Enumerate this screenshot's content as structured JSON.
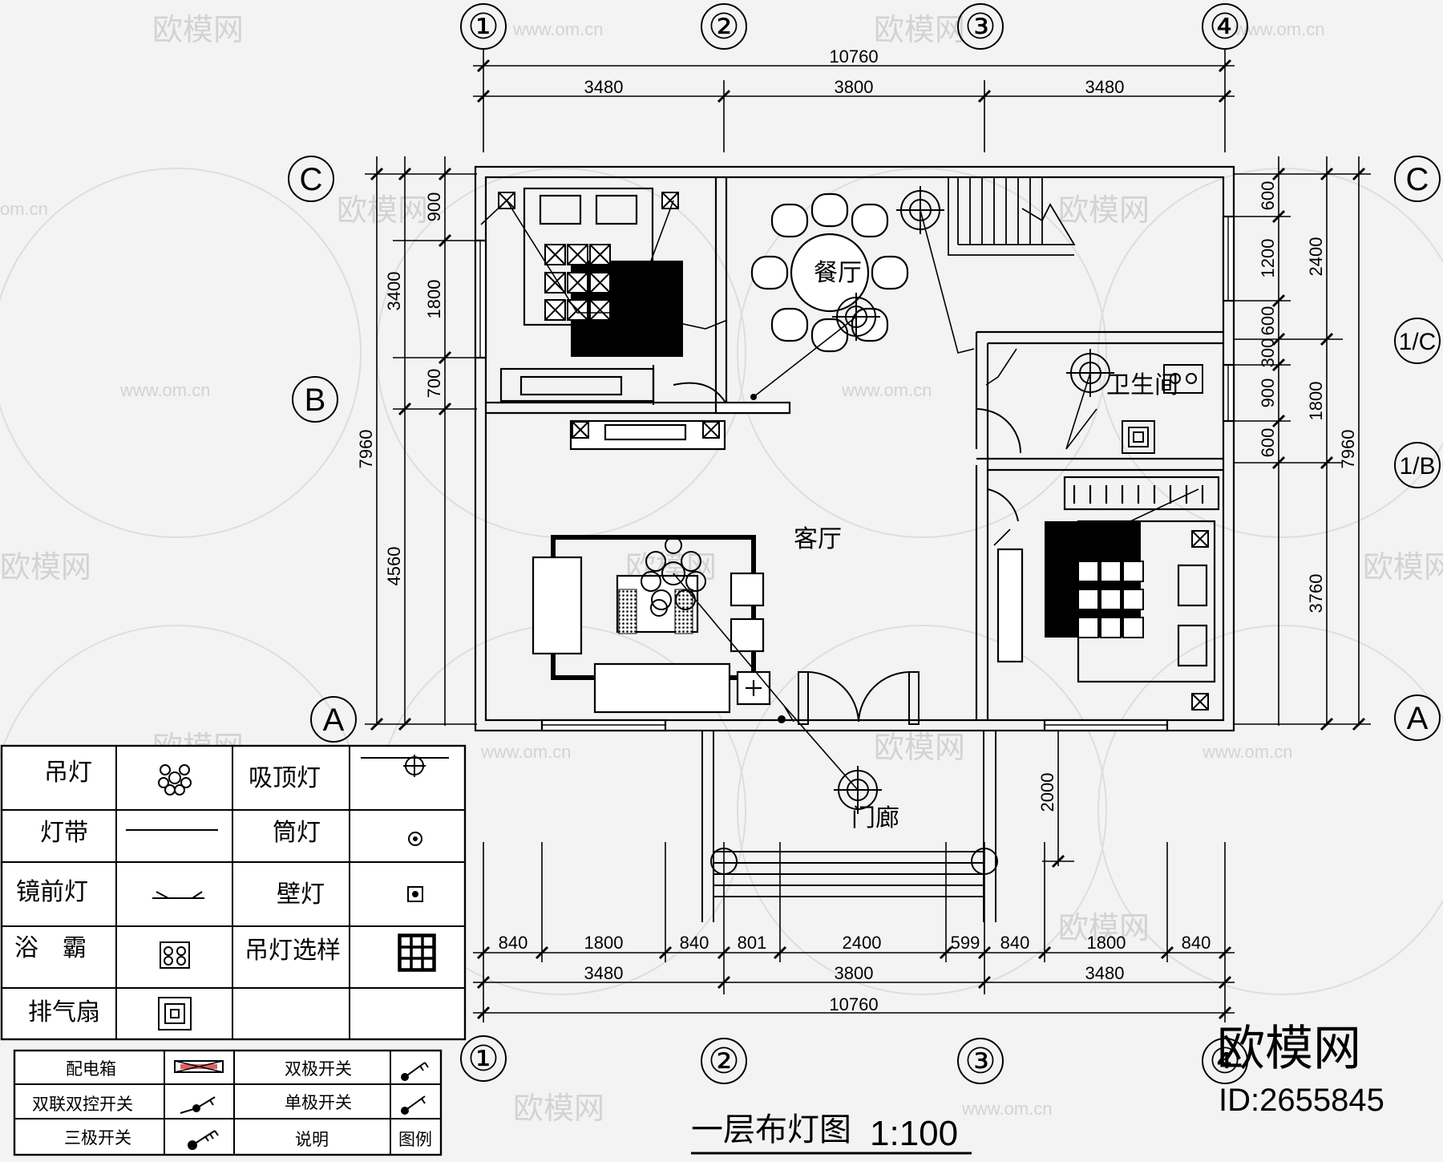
{
  "title": "一层布灯图",
  "scale": "1:100",
  "watermark": {
    "brand": "欧模网",
    "url": "www.om.cn",
    "url_short": "om.cn",
    "id": "ID:2655845"
  },
  "axes": {
    "cols": [
      "①",
      "②",
      "③",
      "④"
    ],
    "rows_left": [
      "C",
      "B",
      "A"
    ],
    "rows_right": [
      "C",
      "1/C",
      "1/B",
      "A"
    ]
  },
  "dims": {
    "top_total": "10760",
    "top_parts": [
      "3480",
      "3800",
      "3480"
    ],
    "bottom_parts1": [
      "840",
      "1800",
      "840",
      "801",
      "2400",
      "599",
      "840",
      "1800",
      "840"
    ],
    "bottom_parts2": [
      "3480",
      "3800",
      "3480"
    ],
    "bottom_total": "10760",
    "left_inner": [
      "900",
      "1800",
      "700"
    ],
    "left_mid": [
      "3400",
      "4560"
    ],
    "left_total": "7960",
    "right_inner": [
      "600",
      "1200",
      "600",
      "300",
      "900",
      "600"
    ],
    "right_mid": [
      "2400",
      "1800",
      "3760"
    ],
    "right_total": "7960",
    "porch": "2000"
  },
  "rooms": {
    "dining": "餐厅",
    "living": "客厅",
    "bath": "卫生间",
    "porch": "门廊"
  },
  "legend": [
    {
      "label": "吊灯",
      "icon": "chandelier-icon"
    },
    {
      "label": "吸顶灯",
      "icon": "ceiling-light-icon"
    },
    {
      "label": "灯带",
      "icon": "light-strip-icon"
    },
    {
      "label": "筒灯",
      "icon": "downlight-icon"
    },
    {
      "label": "镜前灯",
      "icon": "mirror-light-icon"
    },
    {
      "label": "壁灯",
      "icon": "wall-light-icon"
    },
    {
      "label": "浴　霸",
      "icon": "bath-heater-icon"
    },
    {
      "label": "吊灯选样",
      "icon": "chandelier-sample-icon"
    },
    {
      "label": "排气扇",
      "icon": "exhaust-fan-icon"
    }
  ],
  "legend2": [
    {
      "label": "配电箱",
      "icon": "distribution-box-icon"
    },
    {
      "label": "双极开关",
      "icon": "double-switch-icon"
    },
    {
      "label": "双联双控开关",
      "icon": "dual-control-switch-icon"
    },
    {
      "label": "单极开关",
      "icon": "single-switch-icon"
    },
    {
      "label": "三极开关",
      "icon": "triple-switch-icon"
    },
    {
      "label": "说明",
      "icon": ""
    },
    {
      "label": "图例",
      "icon": ""
    }
  ]
}
